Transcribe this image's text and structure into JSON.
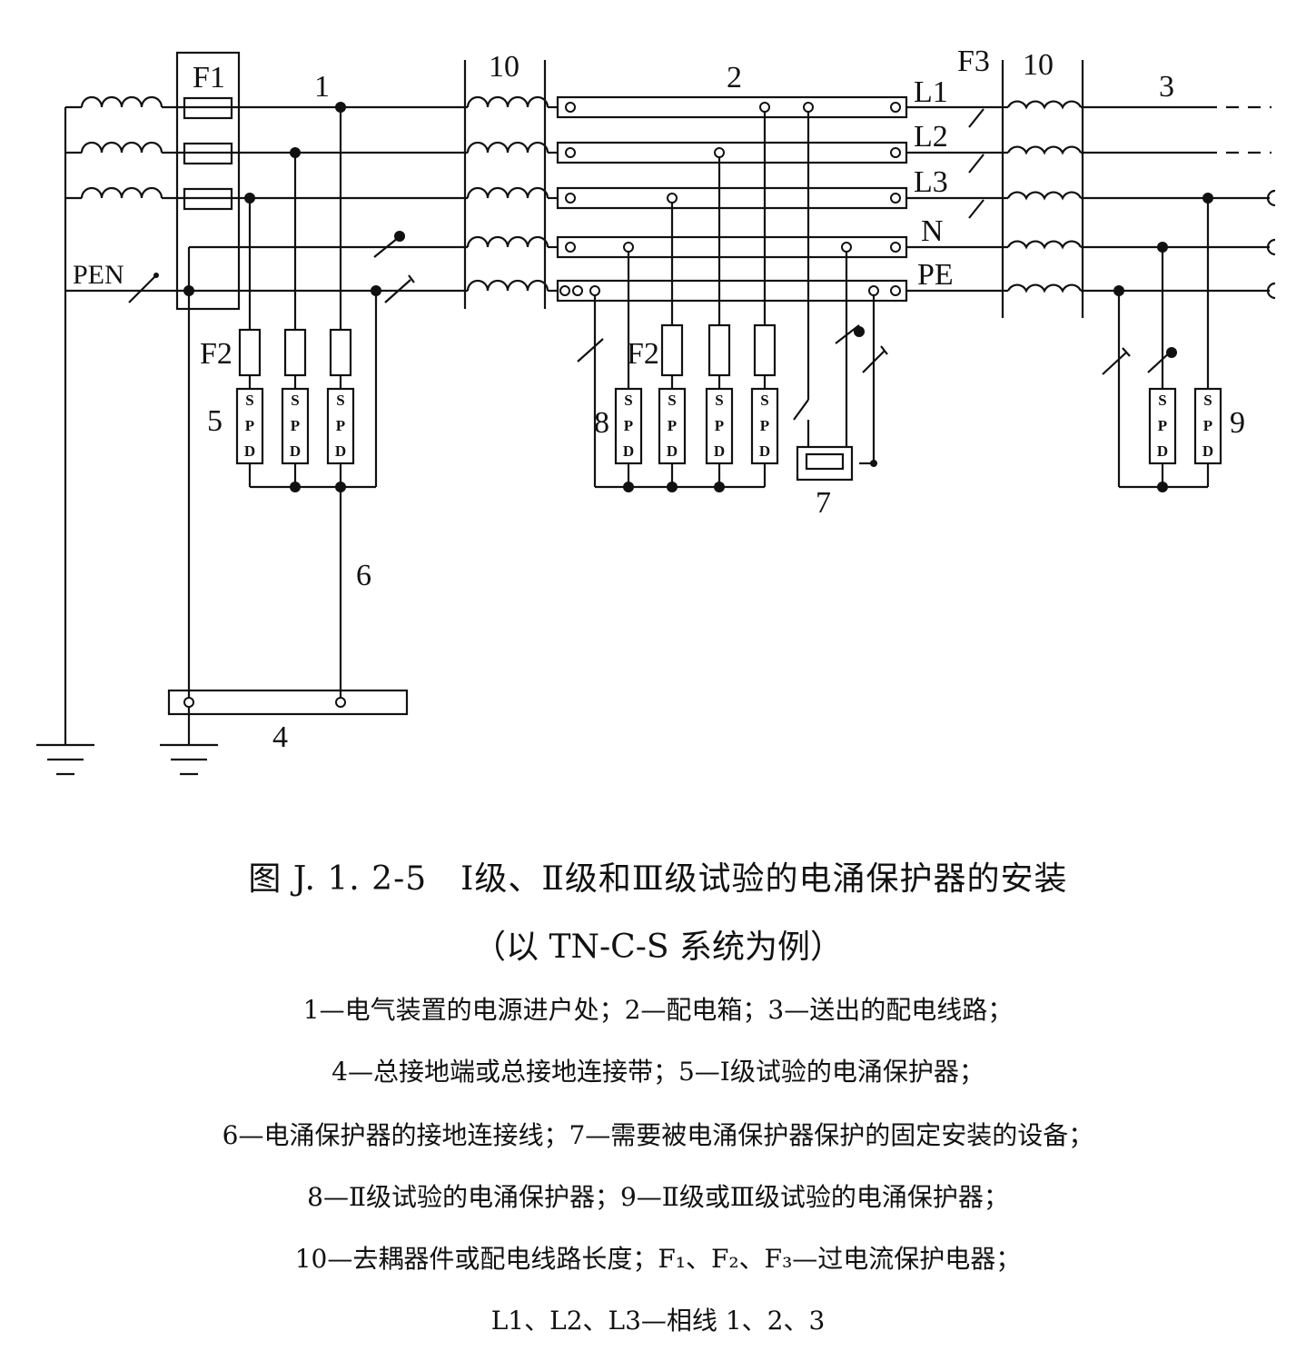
{
  "diagram": {
    "labels": {
      "F1": "F1",
      "F2_left": "F2",
      "F2_mid": "F2",
      "F3": "F3",
      "n1": "1",
      "n2": "2",
      "n3": "3",
      "n4": "4",
      "n5": "5",
      "n6": "6",
      "n7": "7",
      "n8": "8",
      "n9": "9",
      "n10_a": "10",
      "n10_b": "10",
      "L1": "L1",
      "L2": "L2",
      "L3": "L3",
      "N": "N",
      "PE": "PE",
      "PEN": "PEN"
    },
    "spd_letters": [
      "S",
      "P",
      "D"
    ]
  },
  "caption": {
    "title": "图 J. 1. 2-5　Ⅰ级、Ⅱ级和Ⅲ级试验的电涌保护器的安装",
    "subtitle": "（以 TN-C-S 系统为例）"
  },
  "legend": {
    "line1": "1—电气装置的电源进户处；2—配电箱；3—送出的配电线路；",
    "line2": "4—总接地端或总接地连接带；5—Ⅰ级试验的电涌保护器；",
    "line3": "6—电涌保护器的接地连接线；7—需要被电涌保护器保护的固定安装的设备；",
    "line4": "8—Ⅱ级试验的电涌保护器；9—Ⅱ级或Ⅲ级试验的电涌保护器；",
    "line5": "10—去耦器件或配电线路长度；F₁、F₂、F₃—过电流保护电器；",
    "line6": "L1、L2、L3—相线 1、2、3"
  }
}
